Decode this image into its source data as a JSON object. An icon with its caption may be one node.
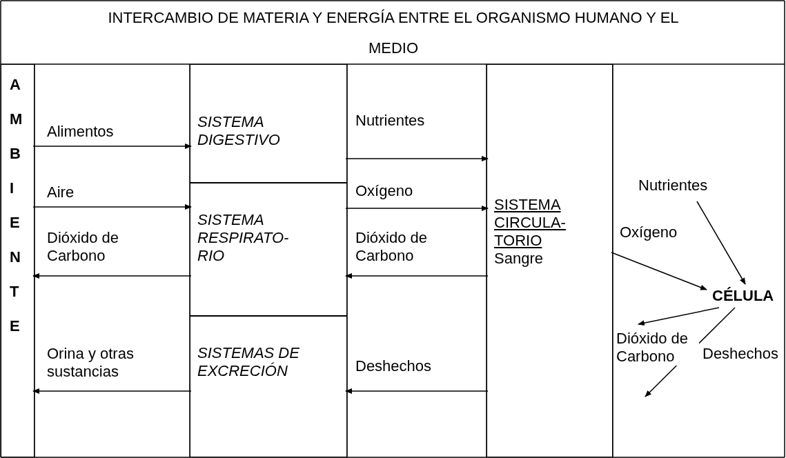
{
  "diagram": {
    "title": "INTERCAMBIO DE MATERIA Y ENERGÍA ENTRE EL ORGANISMO HUMANO Y EL MEDIO",
    "nodes": [
      {
        "text": [
          "AMBIENTE"
        ]
      },
      {
        "text": [
          "SISTEMA DIGESTIVO"
        ]
      },
      {
        "text": [
          "SISTEMA RESPIRATO- RIO"
        ]
      },
      {
        "text": [
          "SISTEMAS DE EXCRECIÓN"
        ]
      },
      {
        "text": [
          "SISTEMA CIRCULA- TORIO",
          "Sangre"
        ]
      },
      {
        "text": [
          "CÉLULA"
        ]
      }
    ],
    "edges": [
      {
        "from": 0,
        "to": 1,
        "arrow": "to",
        "label": "Alimentos"
      },
      {
        "from": 0,
        "to": 2,
        "arrow": "to",
        "label": "Aire"
      },
      {
        "from": 2,
        "to": 0,
        "arrow": "to",
        "label": "Dióxido de Carbono"
      },
      {
        "from": 3,
        "to": 0,
        "arrow": "to",
        "label": "Orina y otras sustancias"
      },
      {
        "from": 1,
        "to": 4,
        "arrow": "to",
        "label": "Nutrientes"
      },
      {
        "from": 2,
        "to": 4,
        "arrow": "to",
        "label": "Oxígeno"
      },
      {
        "from": 4,
        "to": 2,
        "arrow": "to",
        "label": "Dióxido de Carbono"
      },
      {
        "from": 4,
        "to": 3,
        "arrow": "to",
        "label": "Deshechos"
      },
      {
        "from": null,
        "to": 5,
        "arrow": "to",
        "label": "Nutrientes"
      },
      {
        "from": 4,
        "to": 5,
        "arrow": "to",
        "label": "Oxígeno"
      },
      {
        "from": 5,
        "to": null,
        "arrow": "to",
        "label": "Dióxido de Carbono"
      },
      {
        "from": 5,
        "to": null,
        "arrow": "to",
        "label": "Deshechos"
      }
    ]
  }
}
